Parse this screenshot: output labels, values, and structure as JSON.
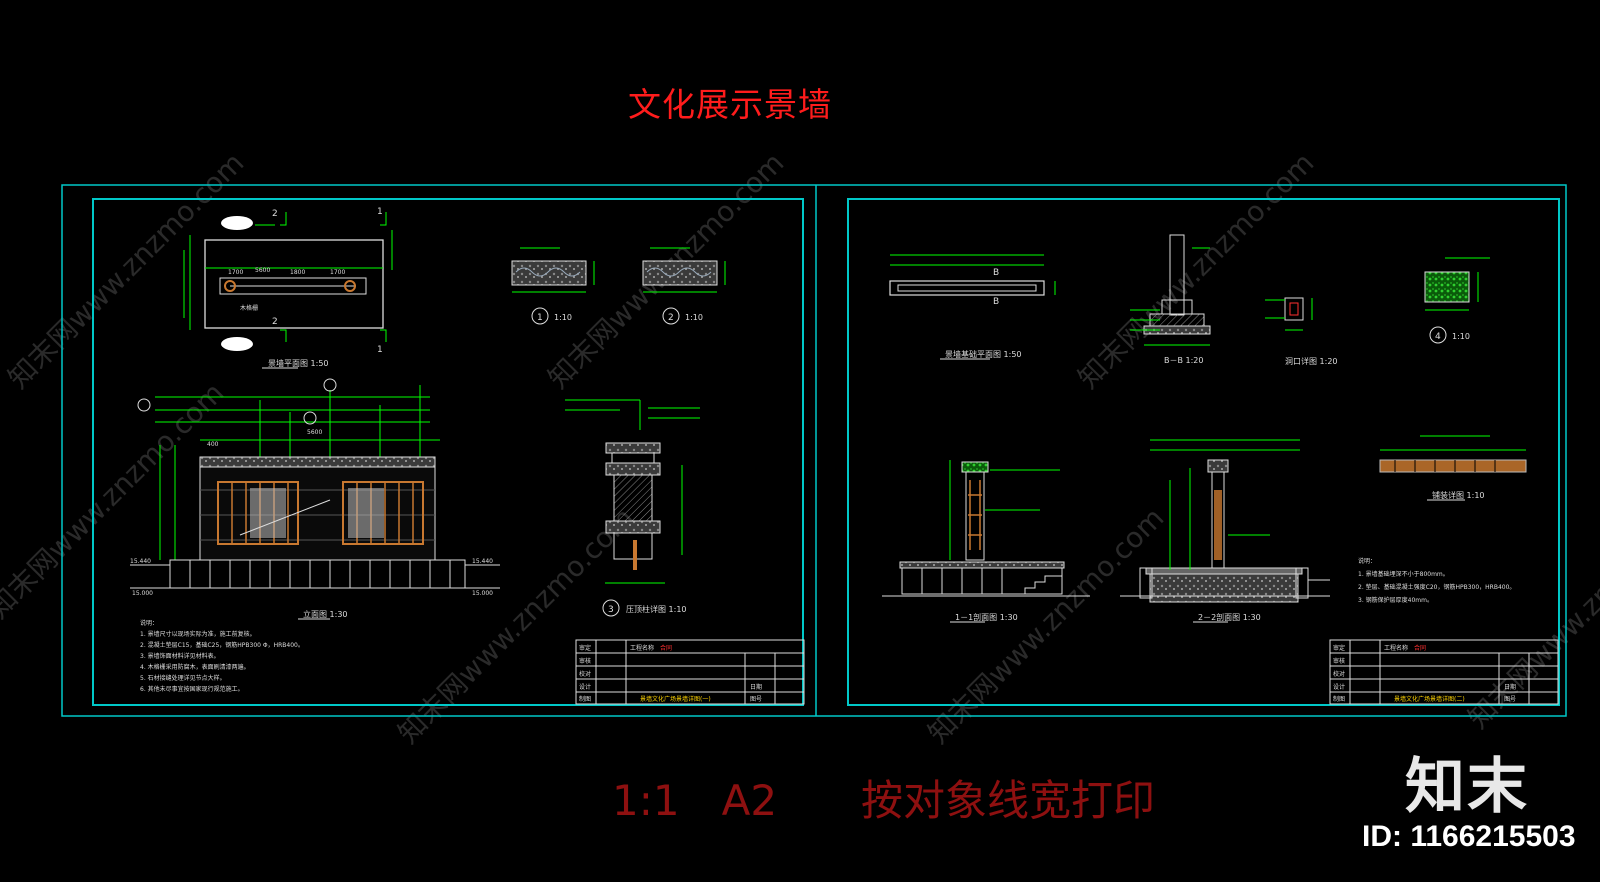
{
  "title": "文化展示景墙",
  "print_note": "1:1　A2　　按对象线宽打印",
  "watermark": {
    "text": "知末网www.znzmo.com",
    "logo": "知末",
    "id_label": "ID: 1166215503"
  },
  "colors": {
    "frame": "#00c8c8",
    "title": "#ff1c1c",
    "note": "#8e1010",
    "line_green": "#00ff00",
    "line_white": "#ffffff",
    "wood": "#c87830"
  },
  "sheet1": {
    "views": {
      "plan": "景墙平面图 1:50",
      "elevation": "立面图 1:30",
      "detail1": "1:10",
      "detail2": "1:10",
      "detail3": "压顶柱详图 1:10"
    },
    "markers": {
      "m1": "1",
      "m2": "2",
      "m3": "3"
    },
    "notes": {
      "heading": "说明：",
      "lines": [
        "1. 景墙尺寸以现场实际为准，施工前复核。",
        "2. 混凝土垫层C15，基础C25，钢筋HPB300 Φ，HRB400。",
        "3. 景墙饰面材料详见材料表。",
        "4. 木格栅采用防腐木，表面刷清漆两遍。",
        "5. 石材接缝处理详见节点大样。",
        "6. 其他未尽事宜按国家现行规范施工。"
      ]
    },
    "title_block": {
      "rows": [
        "审定",
        "审核",
        "校对",
        "设计",
        "制图"
      ],
      "project_label": "工程名称",
      "sheet_name": "景墙文化广场景墙详图(一)",
      "chip": "合同",
      "date_label": "日期",
      "no_label": "图号"
    }
  },
  "sheet2": {
    "views": {
      "plan": "景墙基础平面图 1:50",
      "section_bb": "B－B 1:20",
      "detail_mouth": "洞口详图 1:20",
      "detail4": "1:10",
      "section11": "1－1剖面图 1:30",
      "section22": "2－2剖面图 1:30",
      "detail_pave": "铺装详图 1:10"
    },
    "markers": {
      "m4": "4",
      "b": "B"
    },
    "notes": {
      "heading": "说明：",
      "lines": [
        "1. 景墙基础埋深不小于800mm。",
        "2. 垫层、基础混凝土强度C20，钢筋HPB300，HRB400。",
        "3. 钢筋保护层厚度40mm。"
      ]
    },
    "title_block": {
      "rows": [
        "审定",
        "审核",
        "校对",
        "设计",
        "制图"
      ],
      "project_label": "工程名称",
      "sheet_name": "景墙文化广场景墙详图(二)",
      "chip": "合同",
      "date_label": "日期",
      "no_label": "图号"
    }
  }
}
